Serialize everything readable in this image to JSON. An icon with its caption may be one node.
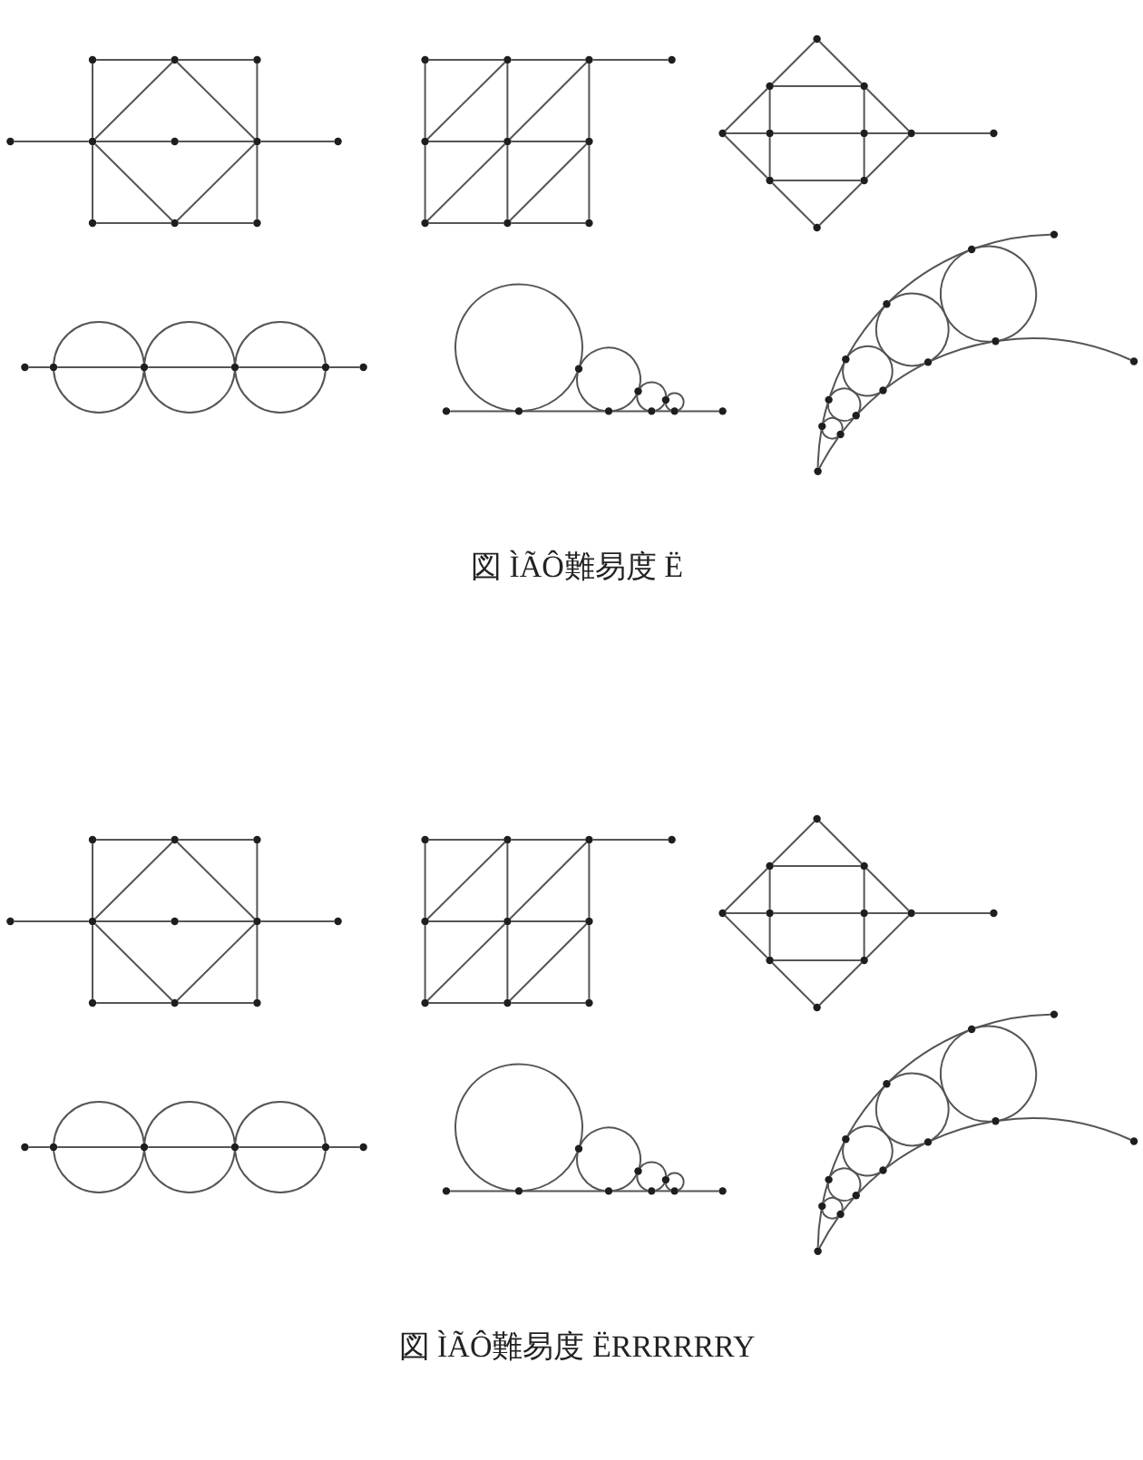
{
  "diagram": {
    "nodes": [
      {
        "text": [],
        "shape": "circle"
      },
      {
        "text": [],
        "shape": "circle"
      },
      {
        "text": [],
        "shape": "circle"
      },
      {
        "text": [],
        "shape": "circle"
      },
      {
        "text": [],
        "shape": "circle"
      },
      {
        "text": [],
        "shape": "circle"
      },
      {
        "text": [],
        "shape": "circle"
      },
      {
        "text": [],
        "shape": "circle"
      },
      {
        "text": [],
        "shape": "circle"
      },
      {
        "text": [],
        "shape": "circle"
      },
      {
        "text": [],
        "shape": "circle"
      },
      {
        "text": [],
        "shape": "circle"
      },
      {
        "text": [],
        "shape": "circle"
      },
      {
        "text": [],
        "shape": "circle"
      },
      {
        "text": [],
        "shape": "circle"
      },
      {
        "text": [],
        "shape": "circle"
      },
      {
        "text": [],
        "shape": "circle"
      },
      {
        "text": [],
        "shape": "circle"
      },
      {
        "text": [],
        "shape": "circle"
      },
      {
        "text": [],
        "shape": "circle"
      },
      {
        "text": [],
        "shape": "circle"
      },
      {
        "text": [],
        "shape": "circle"
      },
      {
        "text": [],
        "shape": "circle"
      },
      {
        "text": [],
        "shape": "circle"
      },
      {
        "text": [],
        "shape": "circle"
      },
      {
        "text": [],
        "shape": "circle"
      },
      {
        "text": [],
        "shape": "circle"
      },
      {
        "text": [],
        "shape": "circle"
      },
      {
        "text": [],
        "shape": "circle"
      },
      {
        "text": [],
        "shape": "circle"
      },
      {
        "text": [],
        "shape": "circle"
      },
      {
        "text": [],
        "shape": "circle"
      },
      {
        "text": [],
        "shape": "circle"
      },
      {
        "text": [],
        "shape": "circle"
      },
      {
        "text": [],
        "shape": "circle"
      },
      {
        "text": [],
        "shape": "circle"
      },
      {
        "text": [],
        "shape": "circle"
      },
      {
        "text": [],
        "shape": "circle"
      },
      {
        "text": [],
        "shape": "circle"
      },
      {
        "text": [],
        "shape": "circle"
      },
      {
        "text": [],
        "shape": "circle"
      },
      {
        "text": [],
        "shape": "circle"
      },
      {
        "text": [],
        "shape": "circle"
      },
      {
        "text": [],
        "shape": "circle"
      },
      {
        "text": [],
        "shape": "circle"
      },
      {
        "text": [],
        "shape": "circle"
      },
      {
        "text": [],
        "shape": "circle"
      },
      {
        "text": [],
        "shape": "circle"
      },
      {
        "text": [],
        "shape": "circle"
      },
      {
        "text": [],
        "shape": "circle"
      },
      {
        "text": [],
        "shape": "circle"
      },
      {
        "text": [],
        "shape": "circle"
      },
      {
        "text": [],
        "shape": "circle"
      },
      {
        "text": [],
        "shape": "circle"
      },
      {
        "text": [],
        "shape": "circle"
      },
      {
        "text": [],
        "shape": "circle"
      },
      {
        "text": [],
        "shape": "circle"
      },
      {
        "text": [],
        "shape": "circle"
      },
      {
        "text": [],
        "shape": "circle"
      },
      {
        "text": [],
        "shape": "circle"
      },
      {
        "text": [],
        "shape": "circle"
      },
      {
        "text": [],
        "shape": "circle"
      },
      {
        "text": [],
        "shape": "circle"
      },
      {
        "text": [],
        "shape": "circle"
      },
      {
        "text": [],
        "shape": "circle"
      },
      {
        "text": [],
        "shape": "circle"
      },
      {
        "text": [],
        "shape": "circle"
      },
      {
        "text": [],
        "shape": "circle"
      },
      {
        "text": [],
        "shape": "circle"
      },
      {
        "text": [],
        "shape": "circle"
      },
      {
        "text": [],
        "shape": "circle"
      },
      {
        "text": [],
        "shape": "circle"
      },
      {
        "text": [],
        "shape": "circle"
      },
      {
        "text": [],
        "shape": "circle"
      },
      {
        "text": [],
        "shape": "circle"
      },
      {
        "text": [],
        "shape": "circle"
      },
      {
        "text": [],
        "shape": "circle"
      },
      {
        "text": [],
        "shape": "circle"
      },
      {
        "text": [],
        "shape": "circle"
      },
      {
        "text": [],
        "shape": "circle"
      },
      {
        "text": [],
        "shape": "circle"
      },
      {
        "text": [],
        "shape": "circle"
      },
      {
        "text": [],
        "shape": "circle"
      },
      {
        "text": [],
        "shape": "circle"
      },
      {
        "text": [],
        "shape": "circle"
      },
      {
        "text": [],
        "shape": "circle"
      },
      {
        "text": [],
        "shape": "circle"
      },
      {
        "text": [],
        "shape": "circle"
      },
      {
        "text": [],
        "shape": "circle"
      },
      {
        "text": [],
        "shape": "circle"
      },
      {
        "text": [],
        "shape": "circle"
      },
      {
        "text": [],
        "shape": "circle"
      },
      {
        "text": [],
        "shape": "circle"
      },
      {
        "text": [],
        "shape": "circle"
      },
      {
        "text": [],
        "shape": "circle"
      },
      {
        "text": [],
        "shape": "circle"
      },
      {
        "text": [],
        "shape": "circle"
      },
      {
        "text": [],
        "shape": "circle"
      },
      {
        "text": [],
        "shape": "circle"
      },
      {
        "text": [],
        "shape": "circle"
      },
      {
        "text": [],
        "shape": "circle"
      },
      {
        "text": [],
        "shape": "circle"
      },
      {
        "text": [],
        "shape": "circle"
      },
      {
        "text": [],
        "shape": "circle"
      },
      {
        "text": [],
        "shape": "circle"
      },
      {
        "text": [],
        "shape": "circle"
      },
      {
        "text": [],
        "shape": "circle"
      },
      {
        "text": [],
        "shape": "circle"
      },
      {
        "text": [],
        "shape": "circle"
      },
      {
        "text": [],
        "shape": "circle"
      },
      {
        "text": [],
        "shape": "circle"
      },
      {
        "text": [],
        "shape": "circle"
      },
      {
        "text": [],
        "shape": "circle"
      },
      {
        "text": [],
        "shape": "circle"
      },
      {
        "text": [],
        "shape": "circle"
      },
      {
        "text": [],
        "shape": "circle"
      },
      {
        "text": [],
        "shape": "circle"
      },
      {
        "text": [],
        "shape": "circle"
      },
      {
        "text": [],
        "shape": "circle"
      },
      {
        "text": [],
        "shape": "circle"
      }
    ],
    "edges": [
      {
        "from": 0,
        "to": 1,
        "arrow": "none"
      },
      {
        "from": 1,
        "to": 2,
        "arrow": "none"
      },
      {
        "from": 0,
        "to": 4,
        "arrow": "none"
      },
      {
        "from": 2,
        "to": 6,
        "arrow": "none"
      },
      {
        "from": 3,
        "to": 4,
        "arrow": "none"
      },
      {
        "from": 4,
        "to": 5,
        "arrow": "none"
      },
      {
        "from": 5,
        "to": 6,
        "arrow": "none"
      },
      {
        "from": 6,
        "to": 7,
        "arrow": "none"
      },
      {
        "from": 1,
        "to": 4,
        "arrow": "none"
      },
      {
        "from": 1,
        "to": 6,
        "arrow": "none"
      },
      {
        "from": 4,
        "to": 8,
        "arrow": "none"
      },
      {
        "from": 6,
        "to": 10,
        "arrow": "none"
      },
      {
        "from": 4,
        "to": 9,
        "arrow": "none"
      },
      {
        "from": 6,
        "to": 9,
        "arrow": "none"
      },
      {
        "from": 8,
        "to": 9,
        "arrow": "none"
      },
      {
        "from": 9,
        "to": 10,
        "arrow": "none"
      },
      {
        "from": 11,
        "to": 12,
        "arrow": "none"
      },
      {
        "from": 12,
        "to": 13,
        "arrow": "none"
      },
      {
        "from": 13,
        "to": 14,
        "arrow": "none"
      },
      {
        "from": 11,
        "to": 15,
        "arrow": "none"
      },
      {
        "from": 12,
        "to": 16,
        "arrow": "none"
      },
      {
        "from": 13,
        "to": 17,
        "arrow": "none"
      },
      {
        "from": 15,
        "to": 12,
        "arrow": "none"
      },
      {
        "from": 16,
        "to": 13,
        "arrow": "none"
      },
      {
        "from": 15,
        "to": 16,
        "arrow": "none"
      },
      {
        "from": 16,
        "to": 17,
        "arrow": "none"
      },
      {
        "from": 15,
        "to": 18,
        "arrow": "none"
      },
      {
        "from": 16,
        "to": 19,
        "arrow": "none"
      },
      {
        "from": 17,
        "to": 20,
        "arrow": "none"
      },
      {
        "from": 18,
        "to": 16,
        "arrow": "none"
      },
      {
        "from": 19,
        "to": 17,
        "arrow": "none"
      },
      {
        "from": 18,
        "to": 19,
        "arrow": "none"
      },
      {
        "from": 19,
        "to": 20,
        "arrow": "none"
      },
      {
        "from": 21,
        "to": 22,
        "arrow": "none"
      },
      {
        "from": 21,
        "to": 23,
        "arrow": "none"
      },
      {
        "from": 22,
        "to": 23,
        "arrow": "none"
      },
      {
        "from": 22,
        "to": 24,
        "arrow": "none"
      },
      {
        "from": 22,
        "to": 25,
        "arrow": "none"
      },
      {
        "from": 23,
        "to": 26,
        "arrow": "none"
      },
      {
        "from": 23,
        "to": 27,
        "arrow": "none"
      },
      {
        "from": 24,
        "to": 25,
        "arrow": "none"
      },
      {
        "from": 25,
        "to": 26,
        "arrow": "none"
      },
      {
        "from": 26,
        "to": 27,
        "arrow": "none"
      },
      {
        "from": 27,
        "to": 28,
        "arrow": "none"
      },
      {
        "from": 24,
        "to": 29,
        "arrow": "none"
      },
      {
        "from": 25,
        "to": 29,
        "arrow": "none"
      },
      {
        "from": 26,
        "to": 30,
        "arrow": "none"
      },
      {
        "from": 27,
        "to": 30,
        "arrow": "none"
      },
      {
        "from": 29,
        "to": 30,
        "arrow": "none"
      },
      {
        "from": 29,
        "to": 31,
        "arrow": "none"
      },
      {
        "from": 30,
        "to": 31,
        "arrow": "none"
      },
      {
        "from": 32,
        "to": 33,
        "arrow": "none"
      },
      {
        "from": 33,
        "to": 34,
        "arrow": "none"
      },
      {
        "from": 33,
        "to": 34,
        "arrow": "none"
      },
      {
        "from": 33,
        "to": 34,
        "arrow": "none"
      },
      {
        "from": 34,
        "to": 35,
        "arrow": "none"
      },
      {
        "from": 34,
        "to": 35,
        "arrow": "none"
      },
      {
        "from": 34,
        "to": 35,
        "arrow": "none"
      },
      {
        "from": 35,
        "to": 36,
        "arrow": "none"
      },
      {
        "from": 35,
        "to": 36,
        "arrow": "none"
      },
      {
        "from": 35,
        "to": 36,
        "arrow": "none"
      },
      {
        "from": 36,
        "to": 37,
        "arrow": "none"
      },
      {
        "from": 38,
        "to": 39,
        "arrow": "none"
      },
      {
        "from": 39,
        "to": 41,
        "arrow": "none"
      },
      {
        "from": 41,
        "to": 43,
        "arrow": "none"
      },
      {
        "from": 43,
        "to": 45,
        "arrow": "none"
      },
      {
        "from": 45,
        "to": 46,
        "arrow": "none"
      },
      {
        "from": 39,
        "to": 40,
        "arrow": "none"
      },
      {
        "from": 39,
        "to": 40,
        "arrow": "none"
      },
      {
        "from": 40,
        "to": 41,
        "arrow": "none"
      },
      {
        "from": 41,
        "to": 42,
        "arrow": "none"
      },
      {
        "from": 40,
        "to": 42,
        "arrow": "none"
      },
      {
        "from": 42,
        "to": 43,
        "arrow": "none"
      },
      {
        "from": 43,
        "to": 44,
        "arrow": "none"
      },
      {
        "from": 42,
        "to": 44,
        "arrow": "none"
      },
      {
        "from": 44,
        "to": 45,
        "arrow": "none"
      },
      {
        "from": 44,
        "to": 45,
        "arrow": "none"
      },
      {
        "from": 47,
        "to": 48,
        "arrow": "none"
      },
      {
        "from": 48,
        "to": 49,
        "arrow": "none"
      },
      {
        "from": 49,
        "to": 51,
        "arrow": "none"
      },
      {
        "from": 51,
        "to": 55,
        "arrow": "none"
      },
      {
        "from": 55,
        "to": 57,
        "arrow": "none"
      },
      {
        "from": 57,
        "to": 59,
        "arrow": "none"
      },
      {
        "from": 53,
        "to": 50,
        "arrow": "none"
      },
      {
        "from": 50,
        "to": 52,
        "arrow": "none"
      },
      {
        "from": 52,
        "to": 54,
        "arrow": "none"
      },
      {
        "from": 54,
        "to": 56,
        "arrow": "none"
      },
      {
        "from": 56,
        "to": 58,
        "arrow": "none"
      },
      {
        "from": 58,
        "to": 59,
        "arrow": "none"
      },
      {
        "from": 48,
        "to": 50,
        "arrow": "none"
      },
      {
        "from": 48,
        "to": 50,
        "arrow": "none"
      },
      {
        "from": 49,
        "to": 52,
        "arrow": "none"
      },
      {
        "from": 49,
        "to": 52,
        "arrow": "none"
      },
      {
        "from": 51,
        "to": 54,
        "arrow": "none"
      },
      {
        "from": 51,
        "to": 54,
        "arrow": "none"
      },
      {
        "from": 55,
        "to": 56,
        "arrow": "none"
      },
      {
        "from": 55,
        "to": 56,
        "arrow": "none"
      },
      {
        "from": 57,
        "to": 58,
        "arrow": "none"
      },
      {
        "from": 57,
        "to": 58,
        "arrow": "none"
      },
      {
        "from": 60,
        "to": 61,
        "arrow": "none"
      },
      {
        "from": 61,
        "to": 62,
        "arrow": "none"
      },
      {
        "from": 60,
        "to": 64,
        "arrow": "none"
      },
      {
        "from": 62,
        "to": 66,
        "arrow": "none"
      },
      {
        "from": 63,
        "to": 64,
        "arrow": "none"
      },
      {
        "from": 64,
        "to": 65,
        "arrow": "none"
      },
      {
        "from": 65,
        "to": 66,
        "arrow": "none"
      },
      {
        "from": 66,
        "to": 67,
        "arrow": "none"
      },
      {
        "from": 61,
        "to": 64,
        "arrow": "none"
      },
      {
        "from": 61,
        "to": 66,
        "arrow": "none"
      },
      {
        "from": 64,
        "to": 68,
        "arrow": "none"
      },
      {
        "from": 66,
        "to": 70,
        "arrow": "none"
      },
      {
        "from": 64,
        "to": 69,
        "arrow": "none"
      },
      {
        "from": 66,
        "to": 69,
        "arrow": "none"
      },
      {
        "from": 68,
        "to": 69,
        "arrow": "none"
      },
      {
        "from": 69,
        "to": 70,
        "arrow": "none"
      },
      {
        "from": 71,
        "to": 72,
        "arrow": "none"
      },
      {
        "from": 72,
        "to": 73,
        "arrow": "none"
      },
      {
        "from": 73,
        "to": 74,
        "arrow": "none"
      },
      {
        "from": 71,
        "to": 75,
        "arrow": "none"
      },
      {
        "from": 72,
        "to": 76,
        "arrow": "none"
      },
      {
        "from": 73,
        "to": 77,
        "arrow": "none"
      },
      {
        "from": 75,
        "to": 72,
        "arrow": "none"
      },
      {
        "from": 76,
        "to": 73,
        "arrow": "none"
      },
      {
        "from": 75,
        "to": 76,
        "arrow": "none"
      },
      {
        "from": 76,
        "to": 77,
        "arrow": "none"
      },
      {
        "from": 75,
        "to": 78,
        "arrow": "none"
      },
      {
        "from": 76,
        "to": 79,
        "arrow": "none"
      },
      {
        "from": 77,
        "to": 80,
        "arrow": "none"
      },
      {
        "from": 78,
        "to": 76,
        "arrow": "none"
      },
      {
        "from": 79,
        "to": 77,
        "arrow": "none"
      },
      {
        "from": 78,
        "to": 79,
        "arrow": "none"
      },
      {
        "from": 79,
        "to": 80,
        "arrow": "none"
      },
      {
        "from": 81,
        "to": 82,
        "arrow": "none"
      },
      {
        "from": 81,
        "to": 83,
        "arrow": "none"
      },
      {
        "from": 82,
        "to": 83,
        "arrow": "none"
      },
      {
        "from": 82,
        "to": 84,
        "arrow": "none"
      },
      {
        "from": 82,
        "to": 85,
        "arrow": "none"
      },
      {
        "from": 83,
        "to": 86,
        "arrow": "none"
      },
      {
        "from": 83,
        "to": 87,
        "arrow": "none"
      },
      {
        "from": 84,
        "to": 85,
        "arrow": "none"
      },
      {
        "from": 85,
        "to": 86,
        "arrow": "none"
      },
      {
        "from": 86,
        "to": 87,
        "arrow": "none"
      },
      {
        "from": 87,
        "to": 88,
        "arrow": "none"
      },
      {
        "from": 84,
        "to": 89,
        "arrow": "none"
      },
      {
        "from": 85,
        "to": 89,
        "arrow": "none"
      },
      {
        "from": 86,
        "to": 90,
        "arrow": "none"
      },
      {
        "from": 87,
        "to": 90,
        "arrow": "none"
      },
      {
        "from": 89,
        "to": 90,
        "arrow": "none"
      },
      {
        "from": 89,
        "to": 91,
        "arrow": "none"
      },
      {
        "from": 90,
        "to": 91,
        "arrow": "none"
      },
      {
        "from": 92,
        "to": 93,
        "arrow": "none"
      },
      {
        "from": 93,
        "to": 94,
        "arrow": "none"
      },
      {
        "from": 93,
        "to": 94,
        "arrow": "none"
      },
      {
        "from": 93,
        "to": 94,
        "arrow": "none"
      },
      {
        "from": 94,
        "to": 95,
        "arrow": "none"
      },
      {
        "from": 94,
        "to": 95,
        "arrow": "none"
      },
      {
        "from": 94,
        "to": 95,
        "arrow": "none"
      },
      {
        "from": 95,
        "to": 96,
        "arrow": "none"
      },
      {
        "from": 95,
        "to": 96,
        "arrow": "none"
      },
      {
        "from": 95,
        "to": 96,
        "arrow": "none"
      },
      {
        "from": 96,
        "to": 97,
        "arrow": "none"
      },
      {
        "from": 98,
        "to": 99,
        "arrow": "none"
      },
      {
        "from": 99,
        "to": 101,
        "arrow": "none"
      },
      {
        "from": 101,
        "to": 103,
        "arrow": "none"
      },
      {
        "from": 103,
        "to": 105,
        "arrow": "none"
      },
      {
        "from": 105,
        "to": 106,
        "arrow": "none"
      },
      {
        "from": 99,
        "to": 100,
        "arrow": "none"
      },
      {
        "from": 99,
        "to": 100,
        "arrow": "none"
      },
      {
        "from": 100,
        "to": 101,
        "arrow": "none"
      },
      {
        "from": 101,
        "to": 102,
        "arrow": "none"
      },
      {
        "from": 100,
        "to": 102,
        "arrow": "none"
      },
      {
        "from": 102,
        "to": 103,
        "arrow": "none"
      },
      {
        "from": 103,
        "to": 104,
        "arrow": "none"
      },
      {
        "from": 102,
        "to": 104,
        "arrow": "none"
      },
      {
        "from": 104,
        "to": 105,
        "arrow": "none"
      },
      {
        "from": 104,
        "to": 105,
        "arrow": "none"
      },
      {
        "from": 107,
        "to": 108,
        "arrow": "none"
      },
      {
        "from": 108,
        "to": 109,
        "arrow": "none"
      },
      {
        "from": 109,
        "to": 111,
        "arrow": "none"
      },
      {
        "from": 111,
        "to": 115,
        "arrow": "none"
      },
      {
        "from": 115,
        "to": 117,
        "arrow": "none"
      },
      {
        "from": 117,
        "to": 119,
        "arrow": "none"
      },
      {
        "from": 113,
        "to": 110,
        "arrow": "none"
      },
      {
        "from": 110,
        "to": 112,
        "arrow": "none"
      },
      {
        "from": 112,
        "to": 114,
        "arrow": "none"
      },
      {
        "from": 114,
        "to": 116,
        "arrow": "none"
      },
      {
        "from": 116,
        "to": 118,
        "arrow": "none"
      },
      {
        "from": 118,
        "to": 119,
        "arrow": "none"
      },
      {
        "from": 108,
        "to": 110,
        "arrow": "none"
      },
      {
        "from": 108,
        "to": 110,
        "arrow": "none"
      },
      {
        "from": 109,
        "to": 112,
        "arrow": "none"
      },
      {
        "from": 109,
        "to": 112,
        "arrow": "none"
      },
      {
        "from": 111,
        "to": 114,
        "arrow": "none"
      },
      {
        "from": 111,
        "to": 114,
        "arrow": "none"
      },
      {
        "from": 115,
        "to": 116,
        "arrow": "none"
      },
      {
        "from": 115,
        "to": 116,
        "arrow": "none"
      },
      {
        "from": 117,
        "to": 118,
        "arrow": "none"
      },
      {
        "from": 117,
        "to": 118,
        "arrow": "none"
      }
    ],
    "labels": [
      "図 ÌÃÔ難易度 Ë",
      "図 ÌÃÔ難易度 ËRRRRRRY"
    ]
  }
}
